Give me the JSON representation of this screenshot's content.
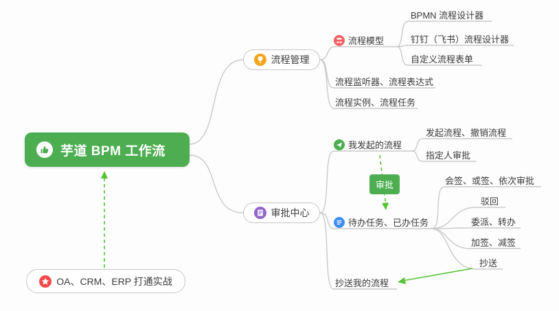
{
  "root": {
    "label": "芋道 BPM 工作流"
  },
  "process_management": {
    "label": "流程管理",
    "process_model": {
      "label": "流程模型"
    },
    "bpmn_designer": {
      "label": "BPMN 流程设计器"
    },
    "dingtalk_designer": {
      "label": "钉钉（飞书）流程设计器"
    },
    "custom_form": {
      "label": "自定义流程表单"
    },
    "listener_expression": {
      "label": "流程监听器、流程表达式"
    },
    "instance_task": {
      "label": "流程实例、流程任务"
    }
  },
  "approval_center": {
    "label": "审批中心",
    "my_initiated": {
      "label": "我发起的流程"
    },
    "initiate_cancel": {
      "label": "发起流程、撤销流程"
    },
    "assignee_approval": {
      "label": "指定人审批"
    },
    "todo_done": {
      "label": "待办任务、已办任务"
    },
    "countersign": {
      "label": "会签、或签、依次审批"
    },
    "reject": {
      "label": "驳回"
    },
    "delegate_transfer": {
      "label": "委派、转办"
    },
    "add_reduce_sign": {
      "label": "加签、减签"
    },
    "cc": {
      "label": "抄送"
    },
    "cc_my_process": {
      "label": "抄送我的流程"
    }
  },
  "practice": {
    "label": "OA、CRM、ERP 打通实战"
  },
  "relationship": {
    "approval_label": "审批"
  },
  "icons": {
    "root": "thumbs-up",
    "process_management": "lightbulb",
    "approval_center": "form",
    "process_model": "flowchart",
    "my_initiated": "paper-plane",
    "todo_done": "task-list",
    "practice": "star"
  },
  "colors": {
    "root_green": "#4cae50",
    "arrow_green": "#55c234",
    "connector": "#c9c9c9",
    "box_border": "#c6c6c6",
    "orange": "#f7a41d",
    "purple": "#9166cb",
    "pink": "#fa5f62",
    "icon_green": "#4cae50",
    "blue": "#3e8ef7",
    "red": "#f4494a",
    "badge_green": "#4cae50"
  }
}
